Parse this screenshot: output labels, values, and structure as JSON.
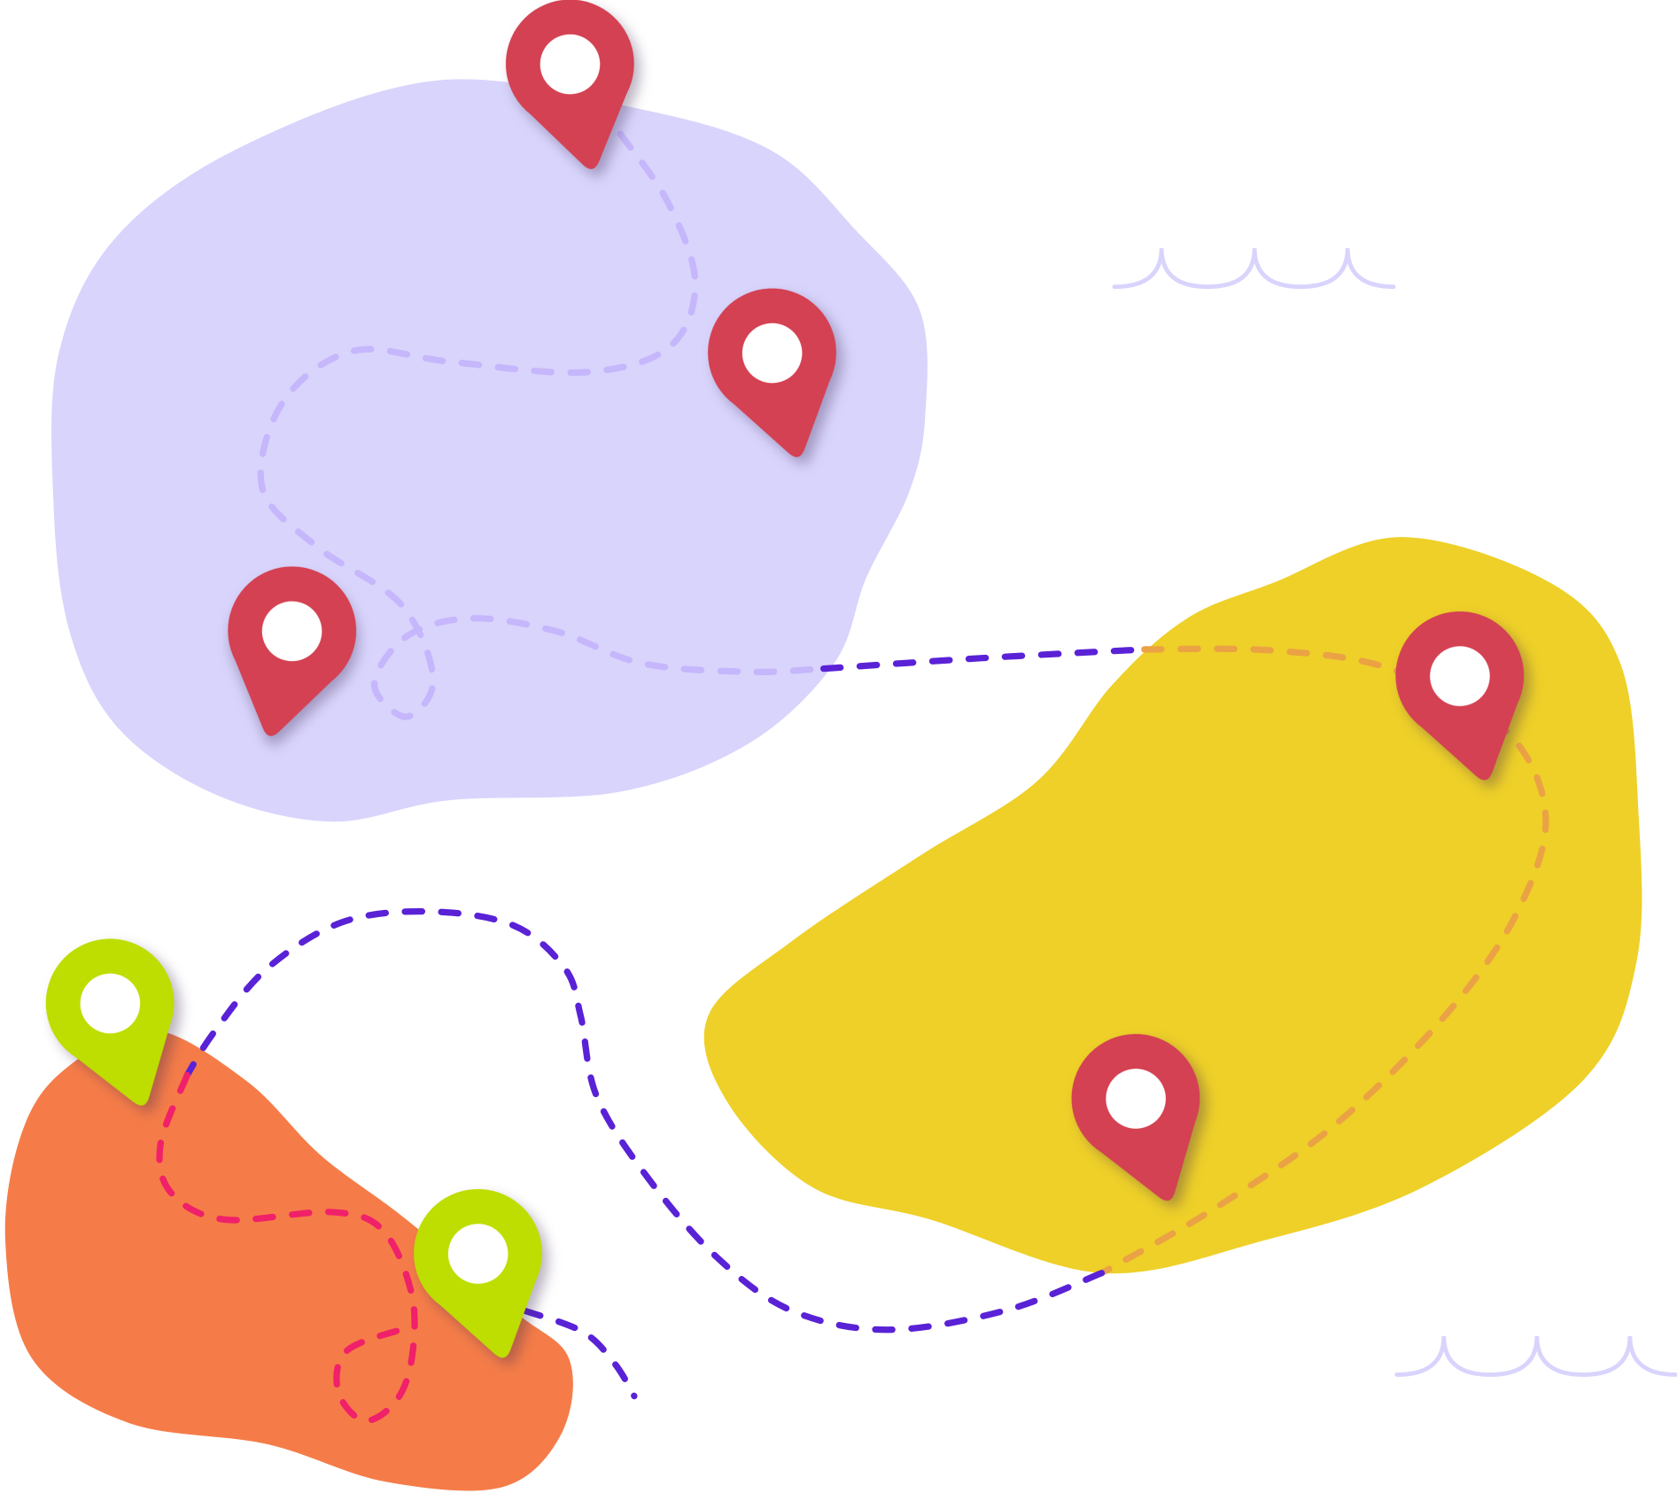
{
  "colors": {
    "background": "#ffffff",
    "island_lavender": "#d8d4fc",
    "island_yellow": "#eed028",
    "island_orange": "#f57c48",
    "pin_red": "#d44152",
    "pin_green": "#bedd00",
    "pin_hole": "#ffffff",
    "route_lavender": "#c6b6fb",
    "route_purple": "#5a22d6",
    "route_amber": "#eba244",
    "route_pink": "#f0206a",
    "waves": "#d8d4fc"
  },
  "islands": [
    {
      "name": "lavender-island",
      "color_key": "island_lavender"
    },
    {
      "name": "yellow-island",
      "color_key": "island_yellow"
    },
    {
      "name": "orange-island",
      "color_key": "island_orange"
    }
  ],
  "pins": [
    {
      "name": "map-pin-icon",
      "color_key": "pin_red"
    },
    {
      "name": "map-pin-icon",
      "color_key": "pin_red"
    },
    {
      "name": "map-pin-icon",
      "color_key": "pin_red"
    },
    {
      "name": "map-pin-icon",
      "color_key": "pin_red"
    },
    {
      "name": "map-pin-icon",
      "color_key": "pin_red"
    },
    {
      "name": "map-pin-icon",
      "color_key": "pin_green"
    },
    {
      "name": "map-pin-icon",
      "color_key": "pin_green"
    }
  ]
}
